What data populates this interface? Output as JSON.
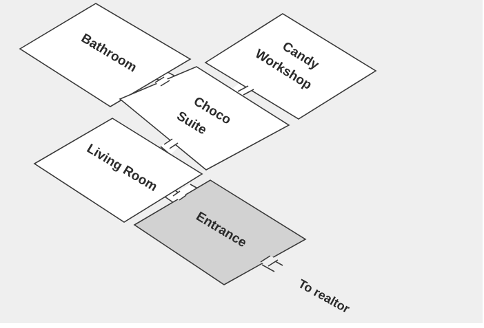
{
  "colors": {
    "background": "#efefef",
    "room_fill": "#ffffff",
    "entrance_fill": "#d2d2d2",
    "outline": "#3a3a3a",
    "text": "#2a2a2a"
  },
  "rooms": {
    "bathroom": {
      "label": "Bathroom"
    },
    "candy_workshop": {
      "line1": "Candy",
      "line2": "Workshop"
    },
    "choco_suite": {
      "line1": "Choco",
      "line2": "Suite"
    },
    "living_room": {
      "label": "Living Room"
    },
    "entrance": {
      "label": "Entrance",
      "highlighted": true
    }
  },
  "exit": {
    "label": "To realtor"
  }
}
